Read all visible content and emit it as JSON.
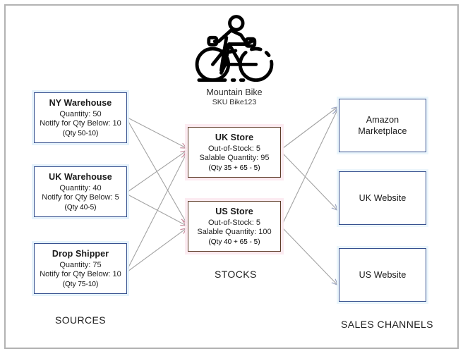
{
  "product": {
    "icon": "bicycle-icon",
    "name": "Mountain Bike",
    "sku": "SKU Bike123"
  },
  "captions": {
    "sources": "SOURCES",
    "stocks": "STOCKS",
    "channels": "SALES CHANNELS"
  },
  "colors": {
    "source_border": "#36508f",
    "stock_border": "#5c3a25",
    "channel_border": "#36508f",
    "connector": "#a0a0a0",
    "arrowhead": "#c98d9e",
    "frame": "#b3b3b3"
  },
  "sources": [
    {
      "title": "NY Warehouse",
      "quantity": "Quantity: 50",
      "notify": "Notify for Qty Below: 10",
      "formula": "(Qty 50-10)"
    },
    {
      "title": "UK Warehouse",
      "quantity": "Quantity: 40",
      "notify": "Notify for Qty Below: 5",
      "formula": "(Qty 40-5)"
    },
    {
      "title": "Drop Shipper",
      "quantity": "Quantity: 75",
      "notify": "Notify for Qty Below: 10",
      "formula": "(Qty 75-10)"
    }
  ],
  "stocks": [
    {
      "title": "UK Store",
      "out_of_stock": "Out-of-Stock: 5",
      "salable": "Salable Quantity: 95",
      "formula": "(Qty 35 + 65 - 5)"
    },
    {
      "title": "US Store",
      "out_of_stock": "Out-of-Stock: 5",
      "salable": "Salable Quantity: 100",
      "formula": "(Qty 40 + 65 - 5)"
    }
  ],
  "channels": [
    {
      "title": "Amazon\nMarketplace"
    },
    {
      "title": "UK Website"
    },
    {
      "title": "US Website"
    }
  ]
}
